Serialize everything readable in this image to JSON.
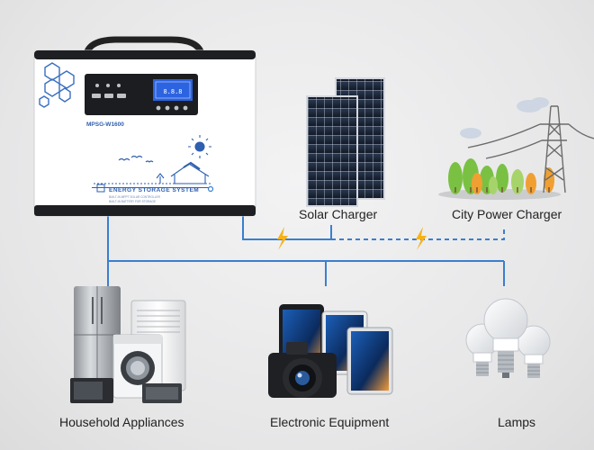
{
  "product": {
    "model": "MPSG-W1600",
    "banner": "ENERGY STORAGE SYSTEM",
    "banner_subline_1": "BUILT-IN MPPT SOLAR CONTROLLER",
    "banner_subline_2": "BUILT-IN BATTERY FOR STORAGE"
  },
  "labels": {
    "solar": "Solar Charger",
    "city": "City Power Charger",
    "appliances": "Household Appliances",
    "electronics": "Electronic Equipment",
    "lamps": "Lamps"
  },
  "colors": {
    "connector": "#3a7fd0",
    "bolt": "#f6b21b",
    "panel": "#1e2a3b",
    "tower": "#6b6b6b",
    "tree_green": "#7ac143"
  },
  "icons": [
    "solar-panel-icon",
    "power-tower-icon",
    "lightning-icon",
    "refrigerator-icon",
    "washing-machine-icon",
    "camera-icon",
    "tablet-icon",
    "bulb-icon"
  ]
}
